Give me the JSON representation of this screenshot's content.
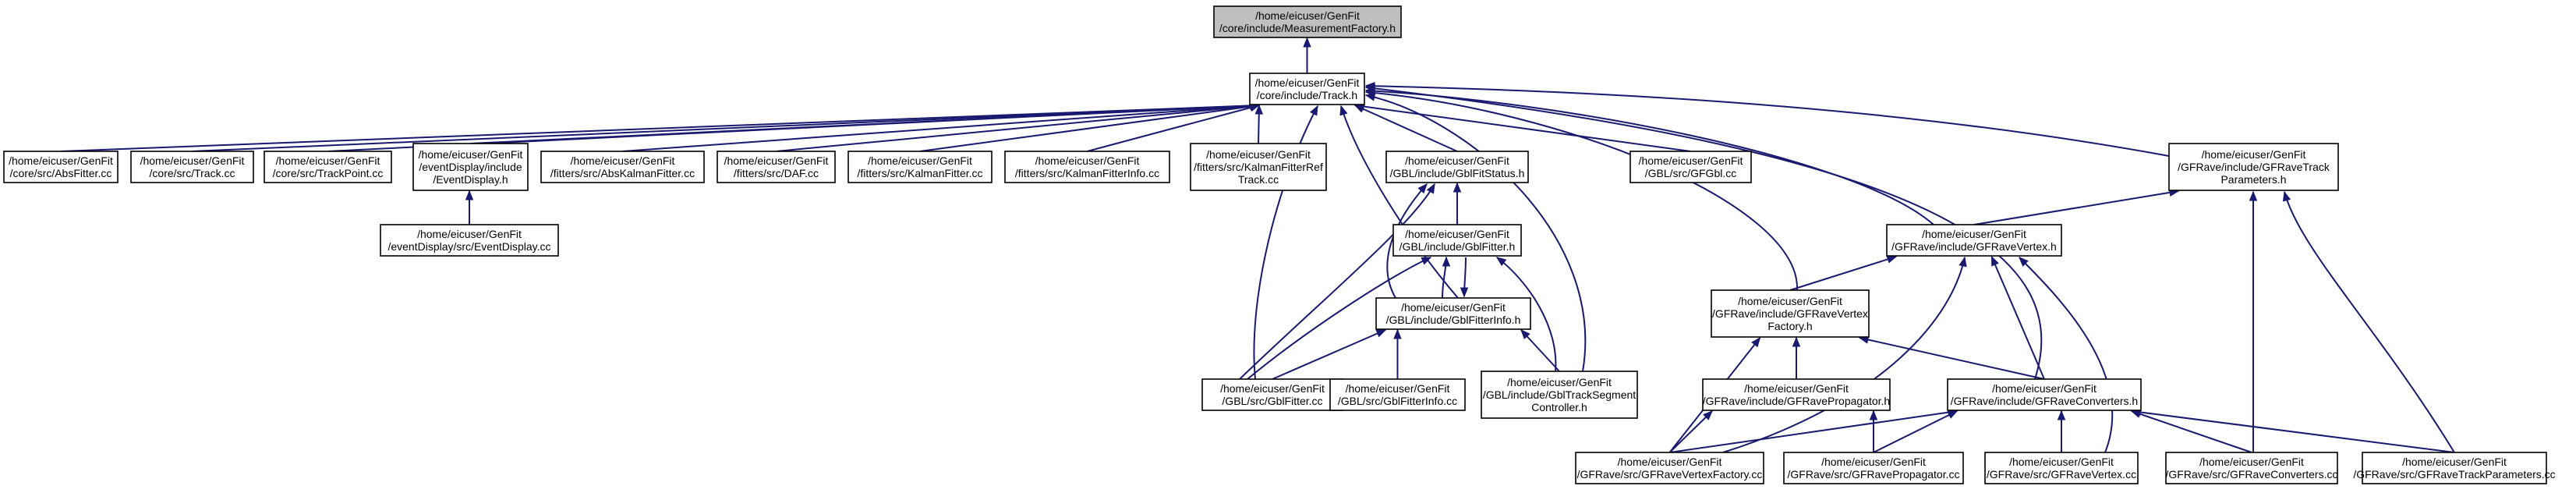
{
  "nodes": [
    {
      "id": "measurement_factory_h",
      "lines": [
        "/home/eicuser/GenFit",
        "/core/include/MeasurementFactory.h"
      ],
      "highlighted": true
    },
    {
      "id": "track_h",
      "lines": [
        "/home/eicuser/GenFit",
        "/core/include/Track.h"
      ]
    },
    {
      "id": "absfitter_cc",
      "lines": [
        "/home/eicuser/GenFit",
        "/core/src/AbsFitter.cc"
      ]
    },
    {
      "id": "track_cc",
      "lines": [
        "/home/eicuser/GenFit",
        "/core/src/Track.cc"
      ]
    },
    {
      "id": "trackpoint_cc",
      "lines": [
        "/home/eicuser/GenFit",
        "/core/src/TrackPoint.cc"
      ]
    },
    {
      "id": "eventdisplay_h",
      "lines": [
        "/home/eicuser/GenFit",
        "/eventDisplay/include",
        "/EventDisplay.h"
      ]
    },
    {
      "id": "abskalmanfitter_cc",
      "lines": [
        "/home/eicuser/GenFit",
        "/fitters/src/AbsKalmanFitter.cc"
      ]
    },
    {
      "id": "daf_cc",
      "lines": [
        "/home/eicuser/GenFit",
        "/fitters/src/DAF.cc"
      ]
    },
    {
      "id": "kalmanfitter_cc",
      "lines": [
        "/home/eicuser/GenFit",
        "/fitters/src/KalmanFitter.cc"
      ]
    },
    {
      "id": "kalmanfitterinfo_cc",
      "lines": [
        "/home/eicuser/GenFit",
        "/fitters/src/KalmanFitterInfo.cc"
      ]
    },
    {
      "id": "kalmanfitterreftrack_cc",
      "lines": [
        "/home/eicuser/GenFit",
        "/fitters/src/KalmanFitterRef",
        "Track.cc"
      ]
    },
    {
      "id": "gblfitstatus_h",
      "lines": [
        "/home/eicuser/GenFit",
        "/GBL/include/GblFitStatus.h"
      ]
    },
    {
      "id": "gfgbl_cc",
      "lines": [
        "/home/eicuser/GenFit",
        "/GBL/src/GFGbl.cc"
      ]
    },
    {
      "id": "gfravetrackparameters_h",
      "lines": [
        "/home/eicuser/GenFit",
        "/GFRave/include/GFRaveTrack",
        "Parameters.h"
      ]
    },
    {
      "id": "eventdisplay_cc",
      "lines": [
        "/home/eicuser/GenFit",
        "/eventDisplay/src/EventDisplay.cc"
      ]
    },
    {
      "id": "gblfitter_h",
      "lines": [
        "/home/eicuser/GenFit",
        "/GBL/include/GblFitter.h"
      ]
    },
    {
      "id": "gfravevertex_h",
      "lines": [
        "/home/eicuser/GenFit",
        "/GFRave/include/GFRaveVertex.h"
      ]
    },
    {
      "id": "gblfitterinfo_h",
      "lines": [
        "/home/eicuser/GenFit",
        "/GBL/include/GblFitterInfo.h"
      ]
    },
    {
      "id": "gfravevertexfactory_h",
      "lines": [
        "/home/eicuser/GenFit",
        "/GFRave/include/GFRaveVertex",
        "Factory.h"
      ]
    },
    {
      "id": "gblfitter_cc",
      "lines": [
        "/home/eicuser/GenFit",
        "/GBL/src/GblFitter.cc"
      ]
    },
    {
      "id": "gblfitterinfo_cc",
      "lines": [
        "/home/eicuser/GenFit",
        "/GBL/src/GblFitterInfo.cc"
      ]
    },
    {
      "id": "gbltracksegmentcontroller_h",
      "lines": [
        "/home/eicuser/GenFit",
        "/GBL/include/GblTrackSegment",
        "Controller.h"
      ]
    },
    {
      "id": "gfravepropagator_h",
      "lines": [
        "/home/eicuser/GenFit",
        "/GFRave/include/GFRavePropagator.h"
      ]
    },
    {
      "id": "gfraveconverters_h",
      "lines": [
        "/home/eicuser/GenFit",
        "/GFRave/include/GFRaveConverters.h"
      ]
    },
    {
      "id": "gfravevertexfactory_cc",
      "lines": [
        "/home/eicuser/GenFit",
        "/GFRave/src/GFRaveVertexFactory.cc"
      ]
    },
    {
      "id": "gfravepropagator_cc",
      "lines": [
        "/home/eicuser/GenFit",
        "/GFRave/src/GFRavePropagator.cc"
      ]
    },
    {
      "id": "gfravevertex_cc",
      "lines": [
        "/home/eicuser/GenFit",
        "/GFRave/src/GFRaveVertex.cc"
      ]
    },
    {
      "id": "gfraveconverters_cc",
      "lines": [
        "/home/eicuser/GenFit",
        "/GFRave/src/GFRaveConverters.cc"
      ]
    },
    {
      "id": "gfravetrackparameters_cc",
      "lines": [
        "/home/eicuser/GenFit",
        "/GFRave/src/GFRaveTrackParameters.cc"
      ]
    }
  ],
  "edges": [
    {
      "from": "track_h",
      "to": "measurement_factory_h"
    },
    {
      "from": "absfitter_cc",
      "to": "track_h"
    },
    {
      "from": "track_cc",
      "to": "track_h"
    },
    {
      "from": "trackpoint_cc",
      "to": "track_h"
    },
    {
      "from": "eventdisplay_h",
      "to": "track_h"
    },
    {
      "from": "abskalmanfitter_cc",
      "to": "track_h"
    },
    {
      "from": "daf_cc",
      "to": "track_h"
    },
    {
      "from": "kalmanfitter_cc",
      "to": "track_h"
    },
    {
      "from": "kalmanfitterinfo_cc",
      "to": "track_h"
    },
    {
      "from": "kalmanfitterreftrack_cc",
      "to": "track_h"
    },
    {
      "from": "gblfitstatus_h",
      "to": "track_h"
    },
    {
      "from": "gfgbl_cc",
      "to": "track_h"
    },
    {
      "from": "gfravetrackparameters_h",
      "to": "track_h"
    },
    {
      "from": "gfravevertex_h",
      "to": "track_h"
    },
    {
      "from": "gfravevertexfactory_h",
      "to": "track_h"
    },
    {
      "from": "gfraveconverters_h",
      "to": "track_h"
    },
    {
      "from": "gblfitter_cc",
      "to": "track_h"
    },
    {
      "from": "gblfitterinfo_h",
      "to": "track_h"
    },
    {
      "from": "gbltracksegmentcontroller_h",
      "to": "track_h"
    },
    {
      "from": "eventdisplay_cc",
      "to": "eventdisplay_h"
    },
    {
      "from": "gblfitter_h",
      "to": "gblfitstatus_h"
    },
    {
      "from": "gblfitterinfo_h",
      "to": "gblfitstatus_h"
    },
    {
      "from": "gblfitter_cc",
      "to": "gblfitstatus_h"
    },
    {
      "from": "gblfitterinfo_h",
      "to": "gblfitter_h"
    },
    {
      "from": "gblfitter_cc",
      "to": "gblfitter_h"
    },
    {
      "from": "gbltracksegmentcontroller_h",
      "to": "gblfitter_h"
    },
    {
      "from": "gblfitter_h",
      "to": "gblfitterinfo_h"
    },
    {
      "from": "gblfitter_cc",
      "to": "gblfitterinfo_h"
    },
    {
      "from": "gblfitterinfo_cc",
      "to": "gblfitterinfo_h"
    },
    {
      "from": "gbltracksegmentcontroller_h",
      "to": "gblfitterinfo_h"
    },
    {
      "from": "gfravevertex_h",
      "to": "gfravetrackparameters_h"
    },
    {
      "from": "gfraveconverters_cc",
      "to": "gfravetrackparameters_h"
    },
    {
      "from": "gfravetrackparameters_cc",
      "to": "gfravetrackparameters_h"
    },
    {
      "from": "gfravevertexfactory_h",
      "to": "gfravevertex_h"
    },
    {
      "from": "gfraveconverters_h",
      "to": "gfravevertex_h"
    },
    {
      "from": "gfravevertexfactory_cc",
      "to": "gfravevertex_h"
    },
    {
      "from": "gfravevertex_cc",
      "to": "gfravevertex_h"
    },
    {
      "from": "gfravepropagator_h",
      "to": "gfravevertexfactory_h"
    },
    {
      "from": "gfraveconverters_h",
      "to": "gfravevertexfactory_h"
    },
    {
      "from": "gfravevertexfactory_cc",
      "to": "gfravevertexfactory_h"
    },
    {
      "from": "gfravevertexfactory_cc",
      "to": "gfravepropagator_h"
    },
    {
      "from": "gfravepropagator_cc",
      "to": "gfravepropagator_h"
    },
    {
      "from": "gfravevertexfactory_cc",
      "to": "gfraveconverters_h"
    },
    {
      "from": "gfravepropagator_cc",
      "to": "gfraveconverters_h"
    },
    {
      "from": "gfravevertex_cc",
      "to": "gfraveconverters_h"
    },
    {
      "from": "gfraveconverters_cc",
      "to": "gfraveconverters_h"
    },
    {
      "from": "gfravetrackparameters_cc",
      "to": "gfraveconverters_h"
    }
  ],
  "colors": {
    "edge": "#191970",
    "node_border": "#000000",
    "node_fill": "#ffffff",
    "highlight_fill": "#bfbfbf"
  }
}
